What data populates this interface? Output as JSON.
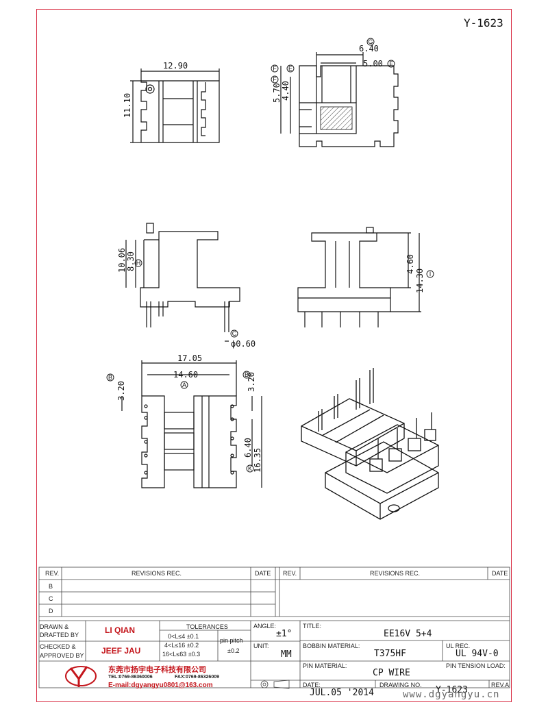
{
  "document": {
    "number": "Y-1623"
  },
  "dimensions": {
    "top_width": "12.90",
    "top_height": "11.10",
    "sec_w1": "6.40",
    "sec_w2": "5.00",
    "sec_h1": "5.70",
    "sec_h2": "4.40",
    "side_h1": "10.06",
    "side_h2": "8.30",
    "pin_dia": "ϕ0.60",
    "front_h1": "4.60",
    "front_h2": "14.30",
    "bot_w1": "17.05",
    "bot_w2": "14.60",
    "bot_off_l": "3.20",
    "bot_off_r": "3.20",
    "bot_pitch": "6.40",
    "bot_h": "16.35"
  },
  "markers": [
    "G",
    "F",
    "F",
    "E",
    "F",
    "H",
    "C",
    "I",
    "B",
    "A",
    "B",
    "K"
  ],
  "revisions": {
    "col_rev": "REV.",
    "col_records": "REVISIONS   REC.",
    "col_date": "DATE",
    "rows": [
      "B",
      "C",
      "D"
    ]
  },
  "title_block": {
    "drawn_label": "DRAWN  &",
    "drafted_label": "DRAFTED  BY",
    "drawn_name": "LI QIAN",
    "checked_label": "CHECKED  &",
    "approved_label": "APPROVED  BY",
    "checked_name": "JEEF JAU",
    "tol_title": "TOLERANCES",
    "tol_1": "0<L≤4   ±0.1",
    "tol_2": "4<L≤16  ±0.2",
    "tol_3": "16<L≤63 ±0.3",
    "pin_pitch_label": "pin pitch",
    "pin_pitch_value": "±0.2",
    "angle_label": "ANGLE:",
    "angle_value": "±1°",
    "unit_label": "UNIT:",
    "unit_value": "MM",
    "title_label": "TITLE:",
    "title_value": "EE16V  5+4",
    "bobbin_label": "BOBBIN MATERIAL:",
    "bobbin_value": "T375HF",
    "ul_label": "UL REC.",
    "ul_value": "UL 94V-0",
    "pin_mat_label": "PIN MATERIAL:",
    "pin_mat_value": "CP WIRE",
    "pin_tension_label": "PIN TENSION LOAD:",
    "date_label": "DATE:",
    "date_value": "JUL.05 '2014",
    "drawing_no_label": "DRAWING NO.",
    "drawing_no_value": "Y-1623",
    "rev_label": "REV.A",
    "company_cn": "东莞市扬宇电子科技有限公司",
    "tel": "TEL:0769-86360006",
    "fax": "FAX:0769-86326009",
    "email": "E-mail:dgyangyu0801@163.com",
    "website": "www.dgyangyu.cn"
  },
  "colors": {
    "frame": "#d7263d",
    "accent": "#c4161c"
  }
}
